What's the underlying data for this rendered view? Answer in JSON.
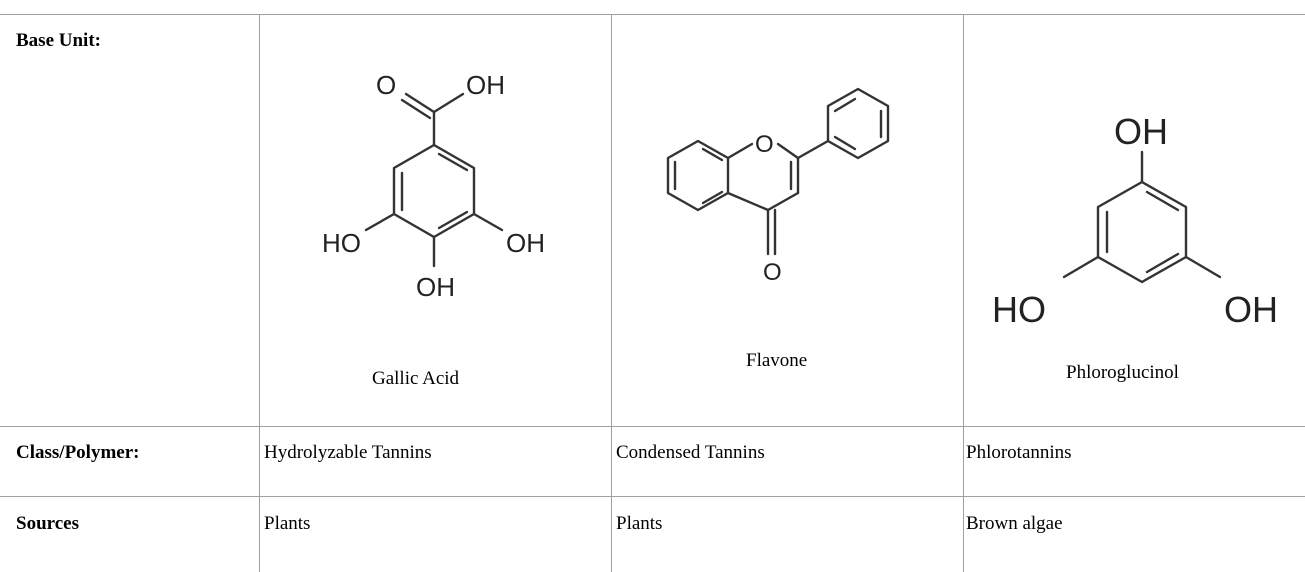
{
  "table": {
    "rows": [
      {
        "header": "Base Unit:",
        "cells": [
          {
            "name": "Gallic Acid",
            "labels": {
              "o": "O",
              "oh_top": "OH",
              "ho_left": "HO",
              "oh_right": "OH",
              "oh_bottom": "OH"
            }
          },
          {
            "name": "Flavone",
            "labels": {
              "ring_o": "O",
              "carbonyl_o": "O"
            }
          },
          {
            "name": "Phloroglucinol",
            "labels": {
              "oh_top": "OH",
              "ho_left": "HO",
              "oh_right": "OH"
            }
          }
        ]
      },
      {
        "header": "Class/Polymer:",
        "cells": [
          "Hydrolyzable Tannins",
          "Condensed Tannins",
          "Phlorotannins"
        ]
      },
      {
        "header": "Sources",
        "cells": [
          "Plants",
          "Plants",
          "Brown algae"
        ]
      }
    ]
  },
  "colors": {
    "grid": "#a0a0a0",
    "bond": "#333333"
  }
}
